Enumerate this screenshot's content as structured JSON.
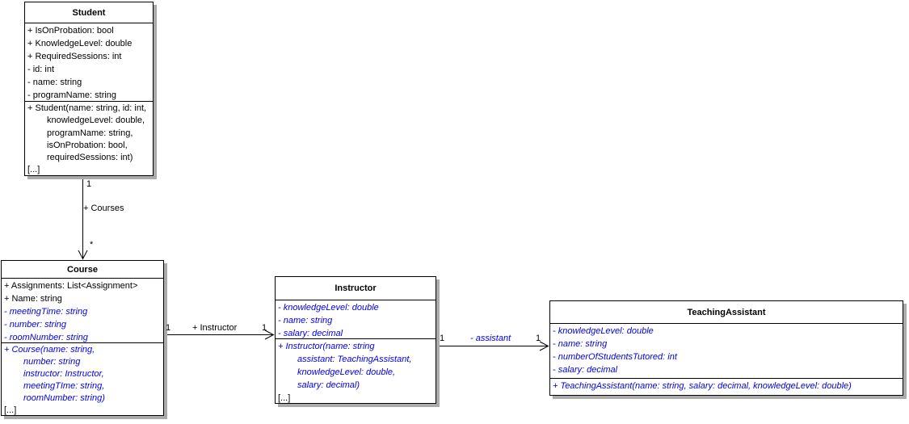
{
  "classes": [
    {
      "name": "Student",
      "attributes": [
        {
          "text": "+ IsOnProbation: bool"
        },
        {
          "text": "+ KnowledgeLevel: double"
        },
        {
          "text": "+ RequiredSessions: int"
        },
        {
          "text": "- id: int"
        },
        {
          "text": "- name: string"
        },
        {
          "text": "- programName: string"
        }
      ],
      "methods": [
        {
          "text": "+ Student(name: string, id: int,"
        },
        {
          "text": "knowledgeLevel: double,",
          "indent": true
        },
        {
          "text": "programName: string,",
          "indent": true
        },
        {
          "text": "isOnProbation: bool,",
          "indent": true
        },
        {
          "text": "requiredSessions: int)",
          "indent": true
        },
        {
          "text": "[...]"
        }
      ]
    },
    {
      "name": "Course",
      "attributes": [
        {
          "text": "+ Assignments: List<Assignment>"
        },
        {
          "text": "+ Name: string"
        },
        {
          "text": "- meetingTime: string",
          "em": true
        },
        {
          "text": "- number: string",
          "em": true
        },
        {
          "text": "- roomNumber: string",
          "em": true
        }
      ],
      "methods": [
        {
          "text": "+ Course(name: string,",
          "em": true
        },
        {
          "text": "number: string",
          "em": true,
          "indent": true
        },
        {
          "text": "instructor: Instructor,",
          "em": true,
          "indent": true
        },
        {
          "text": "meetingTIme: string,",
          "em": true,
          "indent": true
        },
        {
          "text": "roomNumber: string)",
          "em": true,
          "indent": true
        },
        {
          "text": "[...]"
        }
      ]
    },
    {
      "name": "Instructor",
      "attributes": [
        {
          "text": "- knowledgeLevel: double",
          "em": true
        },
        {
          "text": "- name: string",
          "em": true
        },
        {
          "text": "- salary: decimal",
          "em": true
        }
      ],
      "methods": [
        {
          "text": "+ Instructor(name: string",
          "em": true
        },
        {
          "text": "assistant: TeachingAssistant,",
          "em": true,
          "indent": true
        },
        {
          "text": "knowledgeLevel: double,",
          "em": true,
          "indent": true
        },
        {
          "text": "salary: decimal)",
          "em": true,
          "indent": true
        },
        {
          "text": "[...]"
        }
      ]
    },
    {
      "name": "TeachingAssistant",
      "attributes": [
        {
          "text": "- knowledgeLevel: double",
          "em": true
        },
        {
          "text": "- name: string",
          "em": true
        },
        {
          "text": "- numberOfStudentsTutored: int",
          "em": true
        },
        {
          "text": "- salary: decimal",
          "em": true
        }
      ],
      "methods": [
        {
          "text": "+ TeachingAssistant(name: string, salary: decimal, knowledgeLevel: double)",
          "em": true
        }
      ]
    }
  ],
  "associations": [
    {
      "from": "Student",
      "to": "Course",
      "source_mult": "1",
      "name": "+ Courses",
      "target_mult": "*"
    },
    {
      "from": "Course",
      "to": "Instructor",
      "source_mult": "1",
      "name": "+ Instructor",
      "target_mult": "1"
    },
    {
      "from": "Instructor",
      "to": "TeachingAssistant",
      "source_mult": "1",
      "name": "- assistant",
      "target_mult": "1"
    }
  ],
  "colors": {
    "member_italic_blue": "#0000EE",
    "box_border": "#000000",
    "box_shadow": "#ababab",
    "background": "#ffffff"
  }
}
